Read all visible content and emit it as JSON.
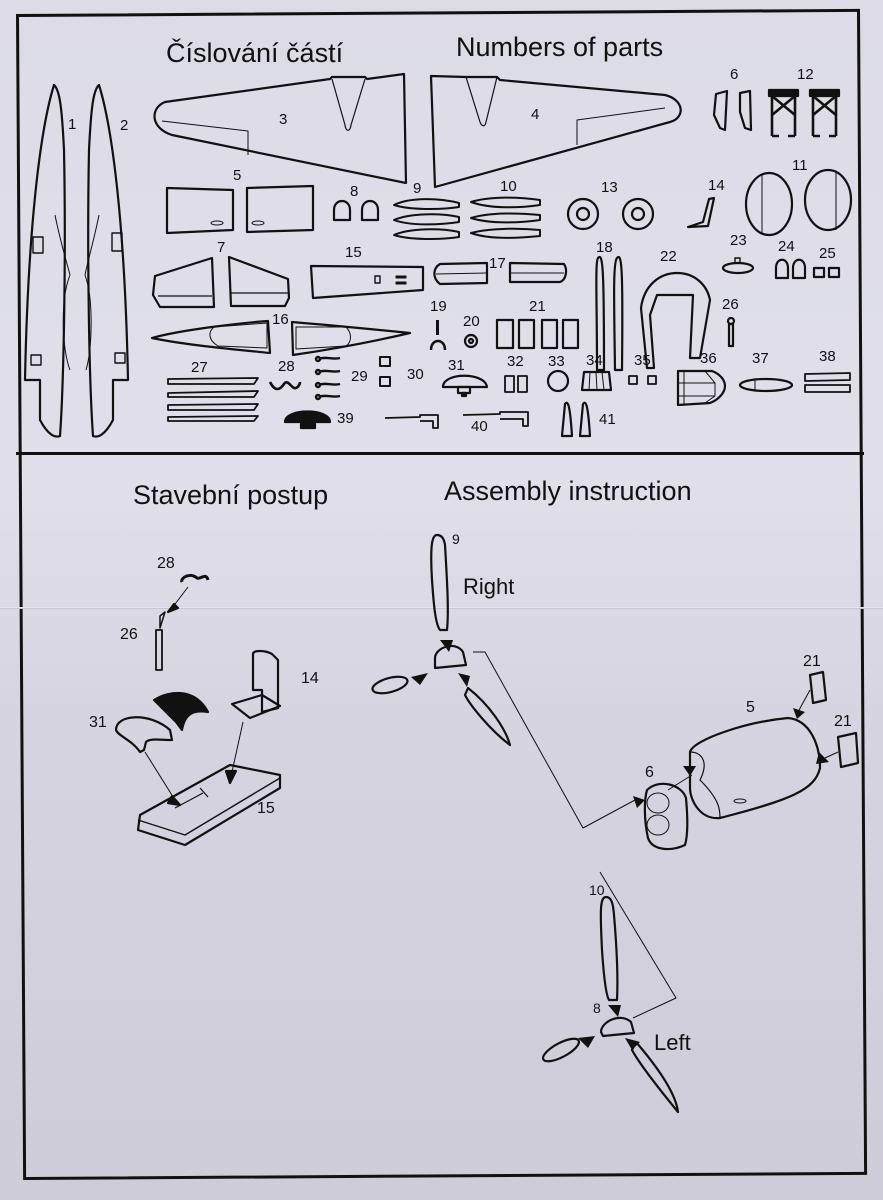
{
  "parts_section": {
    "title_cz": "Číslování částí",
    "title_en": "Numbers of parts",
    "part_labels": [
      "1",
      "2",
      "3",
      "4",
      "5",
      "6",
      "7",
      "8",
      "9",
      "10",
      "11",
      "12",
      "13",
      "14",
      "15",
      "16",
      "17",
      "18",
      "19",
      "20",
      "21",
      "22",
      "23",
      "24",
      "25",
      "26",
      "27",
      "28",
      "29",
      "30",
      "31",
      "32",
      "33",
      "34",
      "35",
      "36",
      "37",
      "38",
      "39",
      "40",
      "41"
    ]
  },
  "assembly_section": {
    "title_cz": "Stavební postup",
    "title_en": "Assembly instruction",
    "cockpit_labels": {
      "p28": "28",
      "p26": "26",
      "p14": "14",
      "p31": "31",
      "p15": "15"
    },
    "nacelle_labels": {
      "p5": "5",
      "p6": "6",
      "p21a": "21",
      "p21b": "21"
    },
    "right_prop": {
      "side": "Right",
      "blade_label": "9"
    },
    "left_prop": {
      "side": "Left",
      "blade_label": "10",
      "spinner_label": "8"
    }
  }
}
